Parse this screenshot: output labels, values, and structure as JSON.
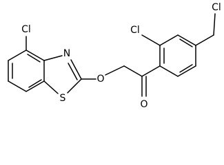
{
  "molecule": {
    "atom_labels": {
      "cl_benzothiazole": "Cl",
      "n_thiazole": "N",
      "s_thiazole": "S",
      "o_ether": "O",
      "o_carbonyl": "O",
      "cl_ortho": "Cl",
      "cl_para": "Cl"
    }
  }
}
